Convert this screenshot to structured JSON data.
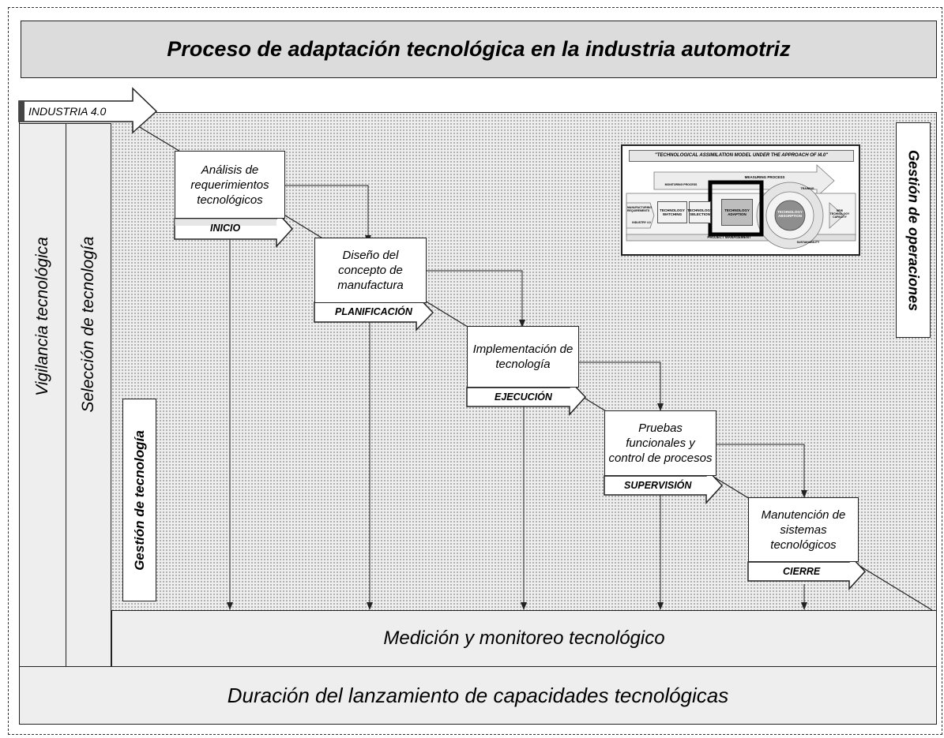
{
  "title": "Proceso de adaptación tecnológica en la industria automotriz",
  "industry_label": "INDUSTRIA 4.0",
  "left_columns": {
    "vigilancia": "Vigilancia tecnológica",
    "seleccion": "Selección de tecnología",
    "gestion_tecnologia": "Gestión de tecnología"
  },
  "right_label": "Gestión de operaciones",
  "steps": [
    {
      "text": "Análisis de requerimientos tecnológicos",
      "phase": "INICIO"
    },
    {
      "text": "Diseño del concepto de manufactura",
      "phase": "PLANIFICACIÓN"
    },
    {
      "text": "Implementación de tecnología",
      "phase": "EJECUCIÓN"
    },
    {
      "text": "Pruebas funcionales y control de procesos",
      "phase": "SUPERVISIÓN"
    },
    {
      "text": "Manutención de sistemas tecnológicos",
      "phase": "CIERRE"
    }
  ],
  "measurement_bar": "Medición y monitoreo tecnológico",
  "duration_bar": "Duración del lanzamiento de capacidades tecnológicas",
  "thumbnail": {
    "title": "\"TECHNOLOGICAL ASSIMILATION MODEL UNDER THE APPROACH OF I4.0\"",
    "measuring": "MEASURING PROCESS",
    "monitoring": "MONITORING PROCESS",
    "mfg_req": "MANUFACTURING REQUIREMENTS",
    "industry": "INDUSTRY 4.0",
    "watching": "TECHNOLOGY WATCHING",
    "selection": "TECHNOLOGY SELECTION",
    "adaption": "TECHNOLOGY ADAPTION",
    "absorption": "TECHNOLOGY ABSORPTION",
    "training": "TRAINING",
    "sustainability": "SUSTAINABILITY",
    "new_cap": "NEW TECHNOLOGY CAPACITY",
    "project": "PROJECT MANAGEMENT"
  }
}
